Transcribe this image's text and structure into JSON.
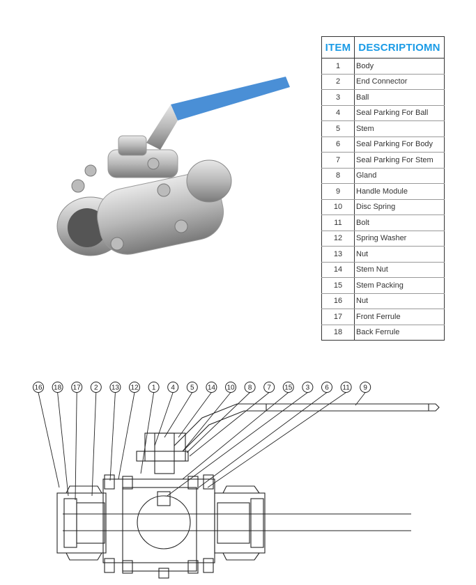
{
  "table": {
    "headers": [
      "ITEM",
      "DESCRIPTIOMN"
    ],
    "rows": [
      {
        "item": "1",
        "desc": "Body"
      },
      {
        "item": "2",
        "desc": "End Connector"
      },
      {
        "item": "3",
        "desc": "Ball"
      },
      {
        "item": "4",
        "desc": "Seal Parking For Ball"
      },
      {
        "item": "5",
        "desc": "Stem"
      },
      {
        "item": "6",
        "desc": "Seal Parking For Body"
      },
      {
        "item": "7",
        "desc": "Seal Parking For Stem"
      },
      {
        "item": "8",
        "desc": "Gland"
      },
      {
        "item": "9",
        "desc": "Handle Module"
      },
      {
        "item": "10",
        "desc": "Disc Spring"
      },
      {
        "item": "11",
        "desc": "Bolt"
      },
      {
        "item": "12",
        "desc": "Spring Washer"
      },
      {
        "item": "13",
        "desc": "Nut"
      },
      {
        "item": "14",
        "desc": "Stem Nut"
      },
      {
        "item": "15",
        "desc": "Stem Packing"
      },
      {
        "item": "16",
        "desc": "Nut"
      },
      {
        "item": "17",
        "desc": "Front Ferrule"
      },
      {
        "item": "18",
        "desc": "Back Ferrule"
      }
    ]
  },
  "diagram": {
    "callouts": [
      "16",
      "18",
      "17",
      "2",
      "13",
      "12",
      "1",
      "4",
      "5",
      "14",
      "10",
      "8",
      "7",
      "15",
      "3",
      "6",
      "11",
      "9"
    ]
  },
  "colors": {
    "header": "#1a9be6",
    "handle": "#4a8fd6"
  }
}
